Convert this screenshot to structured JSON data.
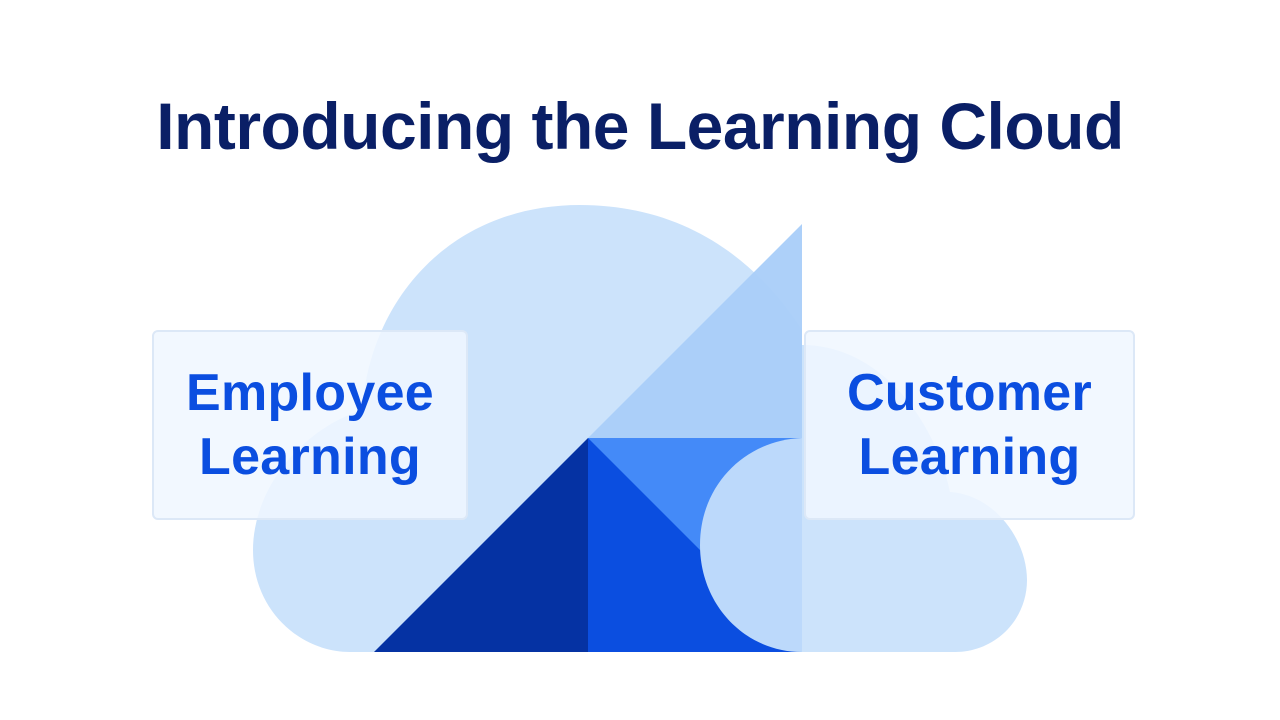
{
  "slide": {
    "title": "Introducing the Learning Cloud"
  },
  "cards": {
    "left": {
      "line1": "Employee",
      "line2": "Learning"
    },
    "right": {
      "line1": "Customer",
      "line2": "Learning"
    }
  },
  "colors": {
    "title": "#0a1f66",
    "card_text": "#0b4ee0",
    "cloud_light": "#cce3fb",
    "triangle_light": "#a9cdf9",
    "blue_mid": "#448af8",
    "blue_strong": "#0b4ee0",
    "blue_dark": "#0532a3",
    "background": "#ffffff"
  }
}
